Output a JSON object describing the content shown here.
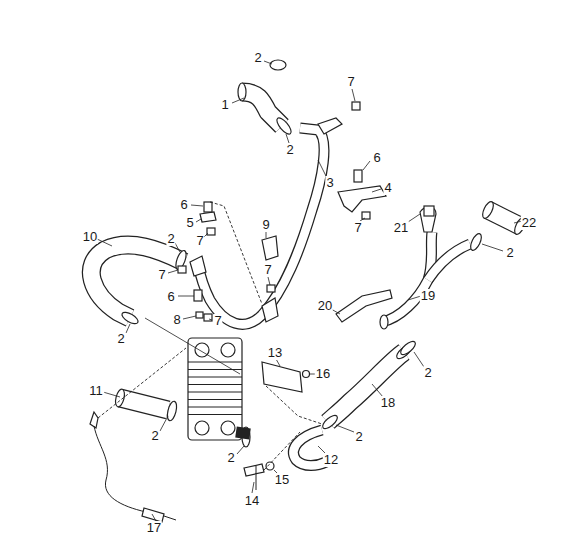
{
  "diagram": {
    "labels": [
      "2",
      "7",
      "1",
      "2",
      "6",
      "3",
      "4",
      "7",
      "6",
      "5",
      "7",
      "9",
      "21",
      "22",
      "10",
      "2",
      "7",
      "7",
      "6",
      "8",
      "7",
      "2",
      "2",
      "20",
      "19",
      "13",
      "16",
      "2",
      "18",
      "11",
      "2",
      "2",
      "2",
      "12",
      "15",
      "14",
      "17"
    ]
  }
}
